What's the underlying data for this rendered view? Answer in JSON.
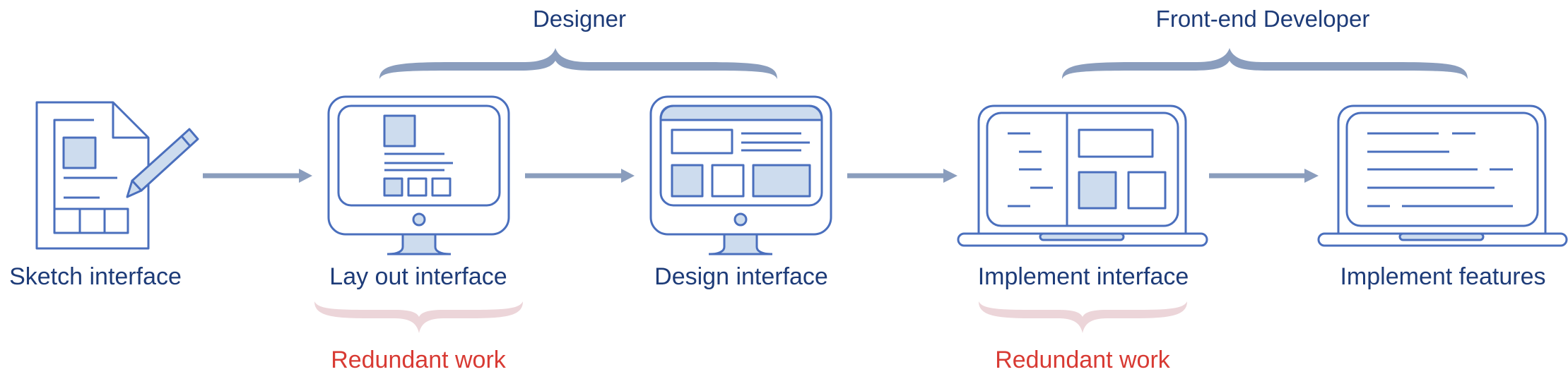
{
  "roles": [
    {
      "label": "Designer"
    },
    {
      "label": "Front-end Developer"
    }
  ],
  "steps": [
    {
      "label": "Sketch interface",
      "icon": "sketch-document-pencil-icon"
    },
    {
      "label": "Lay out interface",
      "icon": "desktop-monitor-wireframe-icon"
    },
    {
      "label": "Design interface",
      "icon": "desktop-monitor-design-icon"
    },
    {
      "label": "Implement interface",
      "icon": "laptop-split-layout-icon"
    },
    {
      "label": "Implement features",
      "icon": "laptop-code-lines-icon"
    }
  ],
  "annotations": [
    {
      "label": "Redundant work"
    },
    {
      "label": "Redundant work"
    }
  ],
  "colors": {
    "icon_stroke": "#4a6fbd",
    "icon_fill": "#cddcee",
    "arrow": "#8a9dbd",
    "label_text": "#1d3b78",
    "redundant_text": "#d83a33",
    "redundant_brace": "#ecd5d9"
  }
}
